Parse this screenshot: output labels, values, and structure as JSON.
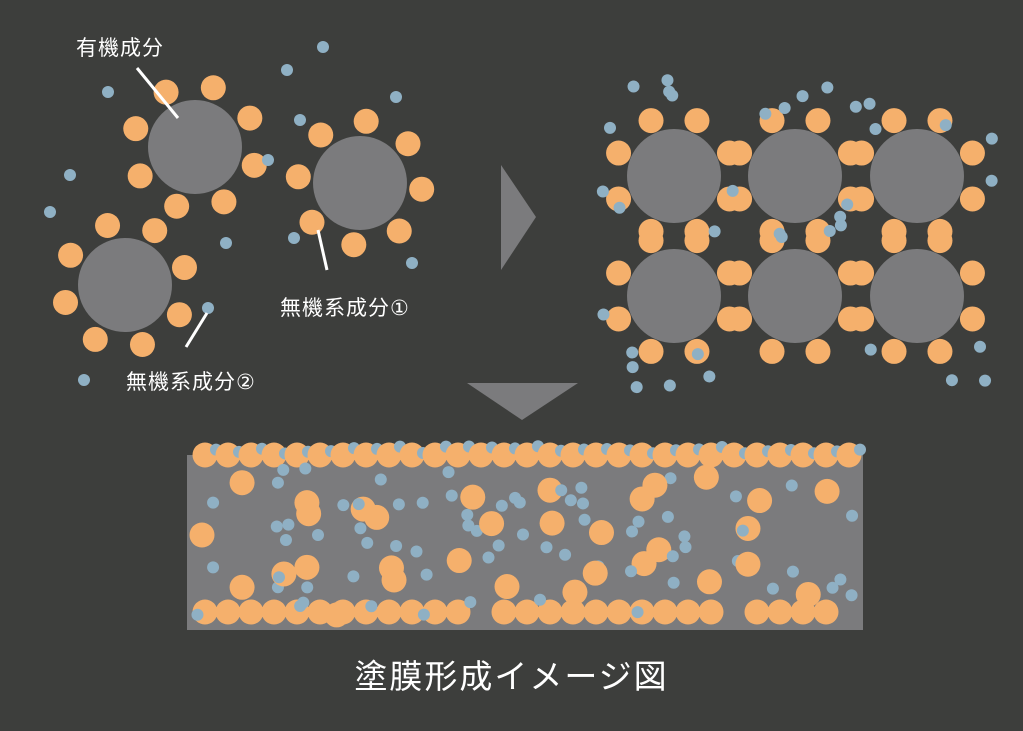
{
  "labels": {
    "organic": "有機成分",
    "inorganic1": "無機系成分①",
    "inorganic2": "無機系成分②"
  },
  "caption": "塗膜形成イメージ図",
  "colors": {
    "background": "#3d3e3c",
    "organic": "#7b7b7d",
    "inorganic1": "#f5b06c",
    "inorganic2": "#8fb0c4",
    "arrow": "#7b7b7d"
  }
}
